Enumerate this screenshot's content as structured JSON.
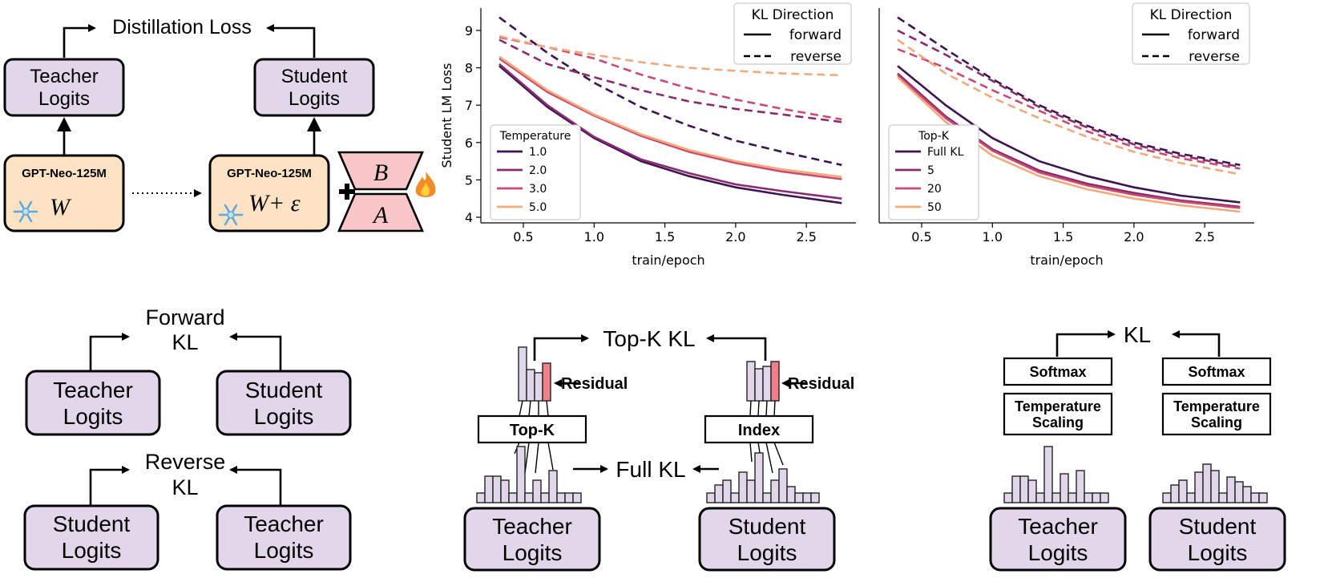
{
  "top_left": {
    "loss_label": "Distillation Loss",
    "teacher_box": [
      "Teacher",
      "Logits"
    ],
    "student_box": [
      "Student",
      "Logits"
    ],
    "teacher_model": "GPT-Neo-125M",
    "student_model": "GPT-Neo-125M",
    "teacher_weight": "W",
    "student_weight": "W+ ε",
    "lora_b": "B",
    "lora_a": "A",
    "icons": [
      "snowflake-icon",
      "snowflake-icon",
      "fire-icon",
      "plus-icon"
    ]
  },
  "chart_data": [
    {
      "type": "line",
      "ylabel": "Student LM Loss",
      "xlabel": "train/epoch",
      "xlim": [
        0.2,
        2.85
      ],
      "ylim": [
        3.85,
        9.6
      ],
      "xticks": [
        "0.5",
        "1.0",
        "1.5",
        "2.0",
        "2.5"
      ],
      "yticks": [
        "4",
        "5",
        "6",
        "7",
        "8",
        "9"
      ],
      "legend_style": {
        "title": "KL Direction",
        "entries": [
          "forward",
          "reverse"
        ],
        "placement": "top-right"
      },
      "legend_color": {
        "title": "Temperature",
        "entries": [
          "1.0",
          "2.0",
          "3.0",
          "5.0"
        ],
        "placement": "bottom-left"
      },
      "colors": [
        "#3d1553",
        "#8a2b6e",
        "#cc4a6f",
        "#f2a97c"
      ],
      "x": [
        0.33,
        0.67,
        1.0,
        1.33,
        1.67,
        2.0,
        2.33,
        2.75
      ],
      "series": [
        {
          "name": "1.0",
          "style": "forward",
          "values": [
            8.05,
            6.95,
            6.12,
            5.5,
            5.1,
            4.8,
            4.6,
            4.38
          ]
        },
        {
          "name": "2.0",
          "style": "forward",
          "values": [
            8.1,
            7.0,
            6.15,
            5.55,
            5.18,
            4.88,
            4.7,
            4.5
          ]
        },
        {
          "name": "3.0",
          "style": "forward",
          "values": [
            8.25,
            7.35,
            6.72,
            6.18,
            5.75,
            5.45,
            5.22,
            5.02
          ]
        },
        {
          "name": "5.0",
          "style": "forward",
          "values": [
            8.3,
            7.4,
            6.75,
            6.22,
            5.8,
            5.5,
            5.28,
            5.08
          ]
        },
        {
          "name": "1.0",
          "style": "reverse",
          "values": [
            9.35,
            8.4,
            7.6,
            6.95,
            6.45,
            6.05,
            5.75,
            5.4
          ]
        },
        {
          "name": "2.0",
          "style": "reverse",
          "values": [
            8.75,
            8.1,
            7.75,
            7.4,
            7.1,
            6.9,
            6.75,
            6.55
          ]
        },
        {
          "name": "3.0",
          "style": "reverse",
          "values": [
            8.82,
            8.55,
            8.25,
            7.82,
            7.45,
            7.15,
            6.9,
            6.62
          ]
        },
        {
          "name": "5.0",
          "style": "reverse",
          "values": [
            8.85,
            8.55,
            8.35,
            8.15,
            8.0,
            7.92,
            7.85,
            7.8
          ]
        }
      ]
    },
    {
      "type": "line",
      "ylabel": "",
      "xlabel": "train/epoch",
      "xlim": [
        0.2,
        2.85
      ],
      "ylim": [
        3.85,
        9.6
      ],
      "xticks": [
        "0.5",
        "1.0",
        "1.5",
        "2.0",
        "2.5"
      ],
      "yticks": [],
      "legend_style": {
        "title": "KL Direction",
        "entries": [
          "forward",
          "reverse"
        ],
        "placement": "top-right"
      },
      "legend_color": {
        "title": "Top-K",
        "entries": [
          "Full KL",
          "5",
          "20",
          "50"
        ],
        "placement": "bottom-left"
      },
      "colors": [
        "#3d1553",
        "#8a2b6e",
        "#cc4a6f",
        "#f2a97c"
      ],
      "x": [
        0.33,
        0.67,
        1.0,
        1.33,
        1.67,
        2.0,
        2.33,
        2.75
      ],
      "series": [
        {
          "name": "Full KL",
          "style": "forward",
          "values": [
            8.05,
            7.0,
            6.12,
            5.5,
            5.1,
            4.8,
            4.58,
            4.4
          ]
        },
        {
          "name": "5",
          "style": "forward",
          "values": [
            7.85,
            6.7,
            5.82,
            5.25,
            4.9,
            4.65,
            4.45,
            4.28
          ]
        },
        {
          "name": "20",
          "style": "forward",
          "values": [
            7.8,
            6.65,
            5.78,
            5.2,
            4.85,
            4.6,
            4.42,
            4.25
          ]
        },
        {
          "name": "50",
          "style": "forward",
          "values": [
            7.75,
            6.55,
            5.65,
            5.1,
            4.75,
            4.5,
            4.32,
            4.15
          ]
        },
        {
          "name": "Full KL",
          "style": "reverse",
          "values": [
            9.35,
            8.5,
            7.7,
            7.0,
            6.45,
            6.0,
            5.7,
            5.4
          ]
        },
        {
          "name": "5",
          "style": "reverse",
          "values": [
            9.0,
            8.35,
            7.65,
            6.95,
            6.4,
            5.95,
            5.65,
            5.35
          ]
        },
        {
          "name": "20",
          "style": "reverse",
          "values": [
            8.5,
            8.0,
            7.4,
            6.85,
            6.3,
            5.88,
            5.58,
            5.3
          ]
        },
        {
          "name": "50",
          "style": "reverse",
          "values": [
            8.75,
            7.85,
            7.2,
            6.65,
            6.15,
            5.75,
            5.45,
            5.15
          ]
        }
      ]
    }
  ],
  "bottom_left": {
    "forward_label": [
      "Forward",
      "KL"
    ],
    "reverse_label": [
      "Reverse",
      "KL"
    ],
    "teacher_box": [
      "Teacher",
      "Logits"
    ],
    "student_box": [
      "Student",
      "Logits"
    ]
  },
  "bottom_mid": {
    "topk_kl": "Top-K KL",
    "full_kl": "Full KL",
    "residual_left": "Residual",
    "residual_right": "Residual",
    "topk_box": "Top-K",
    "index_box": "Index",
    "teacher_box": [
      "Teacher",
      "Logits"
    ],
    "student_box": [
      "Student",
      "Logits"
    ]
  },
  "bottom_right": {
    "kl_label": "KL",
    "softmax": "Softmax",
    "temp_scaling": [
      "Temperature",
      "Scaling"
    ],
    "teacher_box": [
      "Teacher",
      "Logits"
    ],
    "student_box": [
      "Student",
      "Logits"
    ]
  }
}
